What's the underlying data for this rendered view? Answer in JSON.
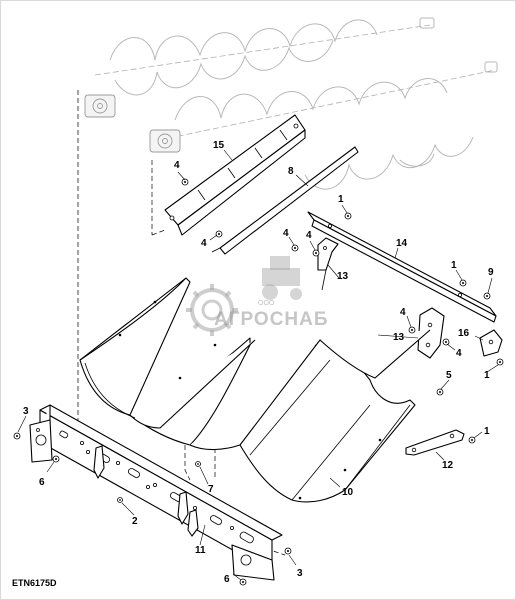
{
  "figure_id": "ETN6175D",
  "watermark": {
    "company_prefix": "ООО",
    "company_name": "АГРОСНАБ"
  },
  "callouts": {
    "c1a": "1",
    "c1b": "1",
    "c1c": "1",
    "c2": "2",
    "c3": "3",
    "c4a": "4",
    "c4b": "4",
    "c4c": "4",
    "c4d": "4",
    "c4e": "4",
    "c5": "5",
    "c6a": "6",
    "c6b": "6",
    "c7": "7",
    "c8": "8",
    "c9": "9",
    "c10": "10",
    "c11": "11",
    "c12": "12",
    "c13a": "13",
    "c13b": "13",
    "c14": "14",
    "c15": "15",
    "c16": "16"
  },
  "colors": {
    "line": "#000000",
    "auger": "#b8b8b8",
    "watermark": "#8a8a8a",
    "background": "#ffffff"
  }
}
